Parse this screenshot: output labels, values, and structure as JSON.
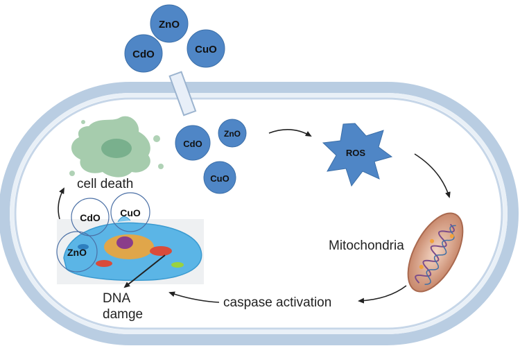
{
  "nanoparticles_outside": {
    "top": "ZnO",
    "left": "CdO",
    "right": "CuO"
  },
  "nanoparticles_inside": {
    "cdo": "CdO",
    "zno": "ZnO",
    "cuo": "CuO"
  },
  "ros": {
    "label": "ROS"
  },
  "labels": {
    "cell_death": "cell death",
    "mitochondria": "Mitochondria",
    "caspase": "caspase activation",
    "dna_line1": "DNA",
    "dna_line2": "damge"
  },
  "cell_bubbles": {
    "cdo": "CdO",
    "cuo": "CuO",
    "zno": "ZnO"
  },
  "colors": {
    "nanoparticle": "#4f86c6",
    "ros": "#4f86c6",
    "membrane": "#b9cde2",
    "membrane_inner": "#e9f0f7",
    "dead_cell": "#9cc7a4",
    "cell_body": "#5bb5e6",
    "mito": "#c88a6e"
  }
}
